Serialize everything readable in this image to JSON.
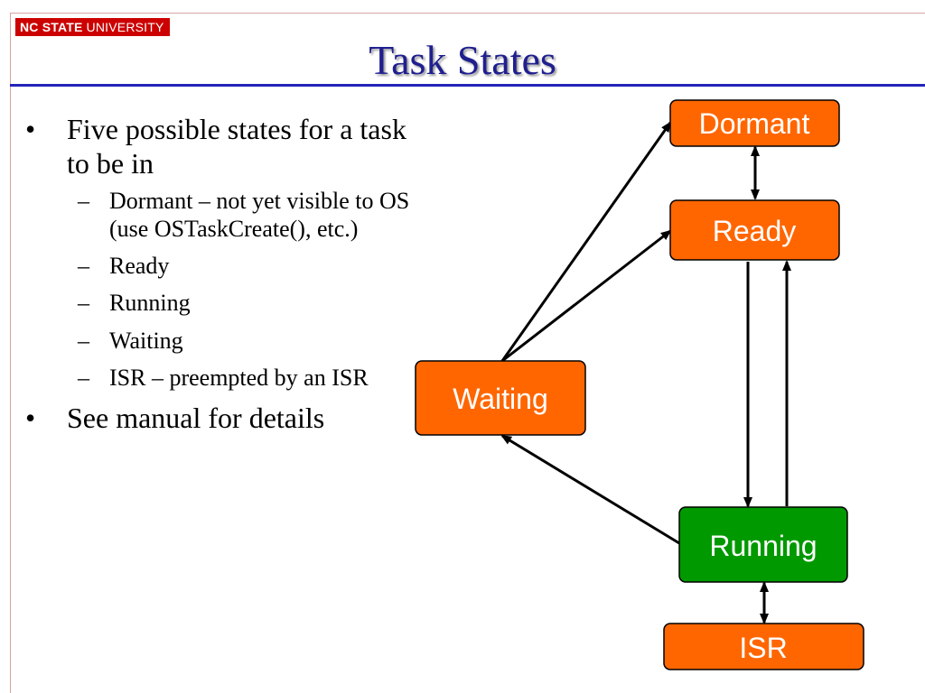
{
  "header": {
    "logo_strong": "NC STATE",
    "logo_light": "UNIVERSITY",
    "title": "Task States"
  },
  "bullets": [
    {
      "text": "Five possible states for a task to be in",
      "subitems": [
        "Dormant – not yet visible to OS (use OSTaskCreate(), etc.)",
        "Ready",
        "Running",
        "Waiting",
        "ISR – preempted by an ISR"
      ]
    },
    {
      "text": "See manual for details",
      "subitems": []
    }
  ],
  "diagram": {
    "colors": {
      "orange": "#ff6600",
      "green": "#009900",
      "stroke": "#000000"
    },
    "nodes": [
      {
        "id": "dormant",
        "label": "Dormant",
        "color": "orange"
      },
      {
        "id": "ready",
        "label": "Ready",
        "color": "orange"
      },
      {
        "id": "waiting",
        "label": "Waiting",
        "color": "orange"
      },
      {
        "id": "running",
        "label": "Running",
        "color": "green"
      },
      {
        "id": "isr",
        "label": "ISR",
        "color": "orange"
      }
    ],
    "edges": [
      {
        "from": "dormant",
        "to": "ready",
        "bidirectional": true
      },
      {
        "from": "ready",
        "to": "running"
      },
      {
        "from": "running",
        "to": "ready"
      },
      {
        "from": "running",
        "to": "waiting"
      },
      {
        "from": "waiting",
        "to": "ready"
      },
      {
        "from": "waiting",
        "to": "dormant"
      },
      {
        "from": "running",
        "to": "isr",
        "bidirectional": true
      }
    ]
  }
}
